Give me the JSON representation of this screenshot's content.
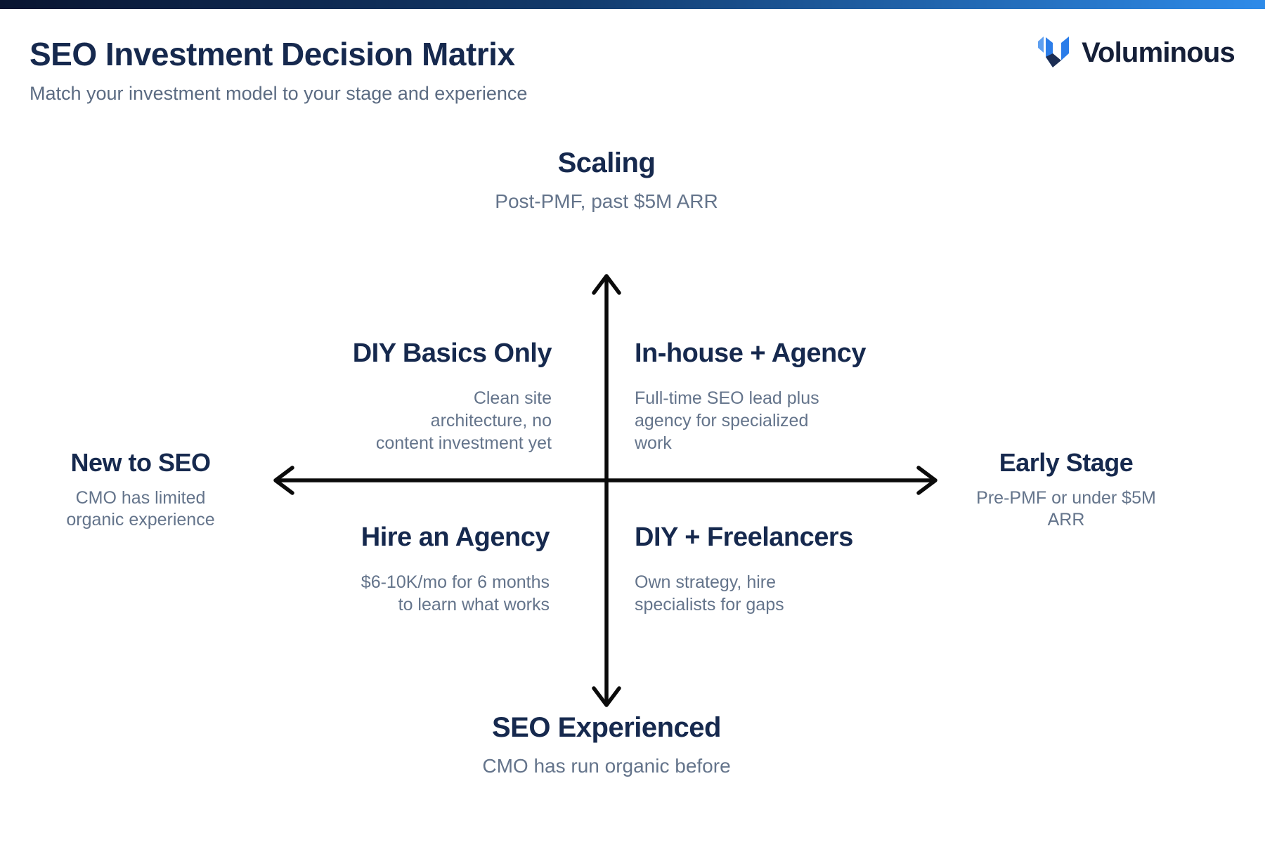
{
  "page": {
    "title": "SEO Investment Decision Matrix",
    "subtitle": "Match your investment model to your stage and experience"
  },
  "logo": {
    "brand": "Voluminous"
  },
  "axes": {
    "top": {
      "label": "Scaling",
      "description": "Post-PMF, past $5M ARR"
    },
    "bottom": {
      "label": "SEO Experienced",
      "description": "CMO has run organic before"
    },
    "left": {
      "label": "New to SEO",
      "description": "CMO has limited\norganic experience"
    },
    "right": {
      "label": "Early Stage",
      "description": "Pre-PMF or under $5M\nARR"
    }
  },
  "quadrants": {
    "top_left": {
      "title": "DIY Basics Only",
      "description": "Clean site\narchitecture, no\ncontent investment yet"
    },
    "top_right": {
      "title": "In-house + Agency",
      "description": "Full-time SEO lead plus\nagency for specialized\nwork"
    },
    "bottom_left": {
      "title": "Hire an Agency",
      "description": "$6-10K/mo for 6 months\nto learn what works"
    },
    "bottom_right": {
      "title": "DIY + Freelancers",
      "description": "Own strategy, hire\nspecialists for gaps"
    }
  },
  "colors": {
    "heading_navy": "#16294e",
    "body_slate": "#64748b",
    "subtitle_gray": "#5b6b82",
    "arrow_black": "#0b0b0b",
    "topbar_gradient_start": "#0a1531",
    "topbar_gradient_end": "#2e8be9",
    "logo_blue": "#2b7de9",
    "logo_light_blue": "#5e9ff0",
    "logo_dark_navy": "#1c2e54"
  }
}
